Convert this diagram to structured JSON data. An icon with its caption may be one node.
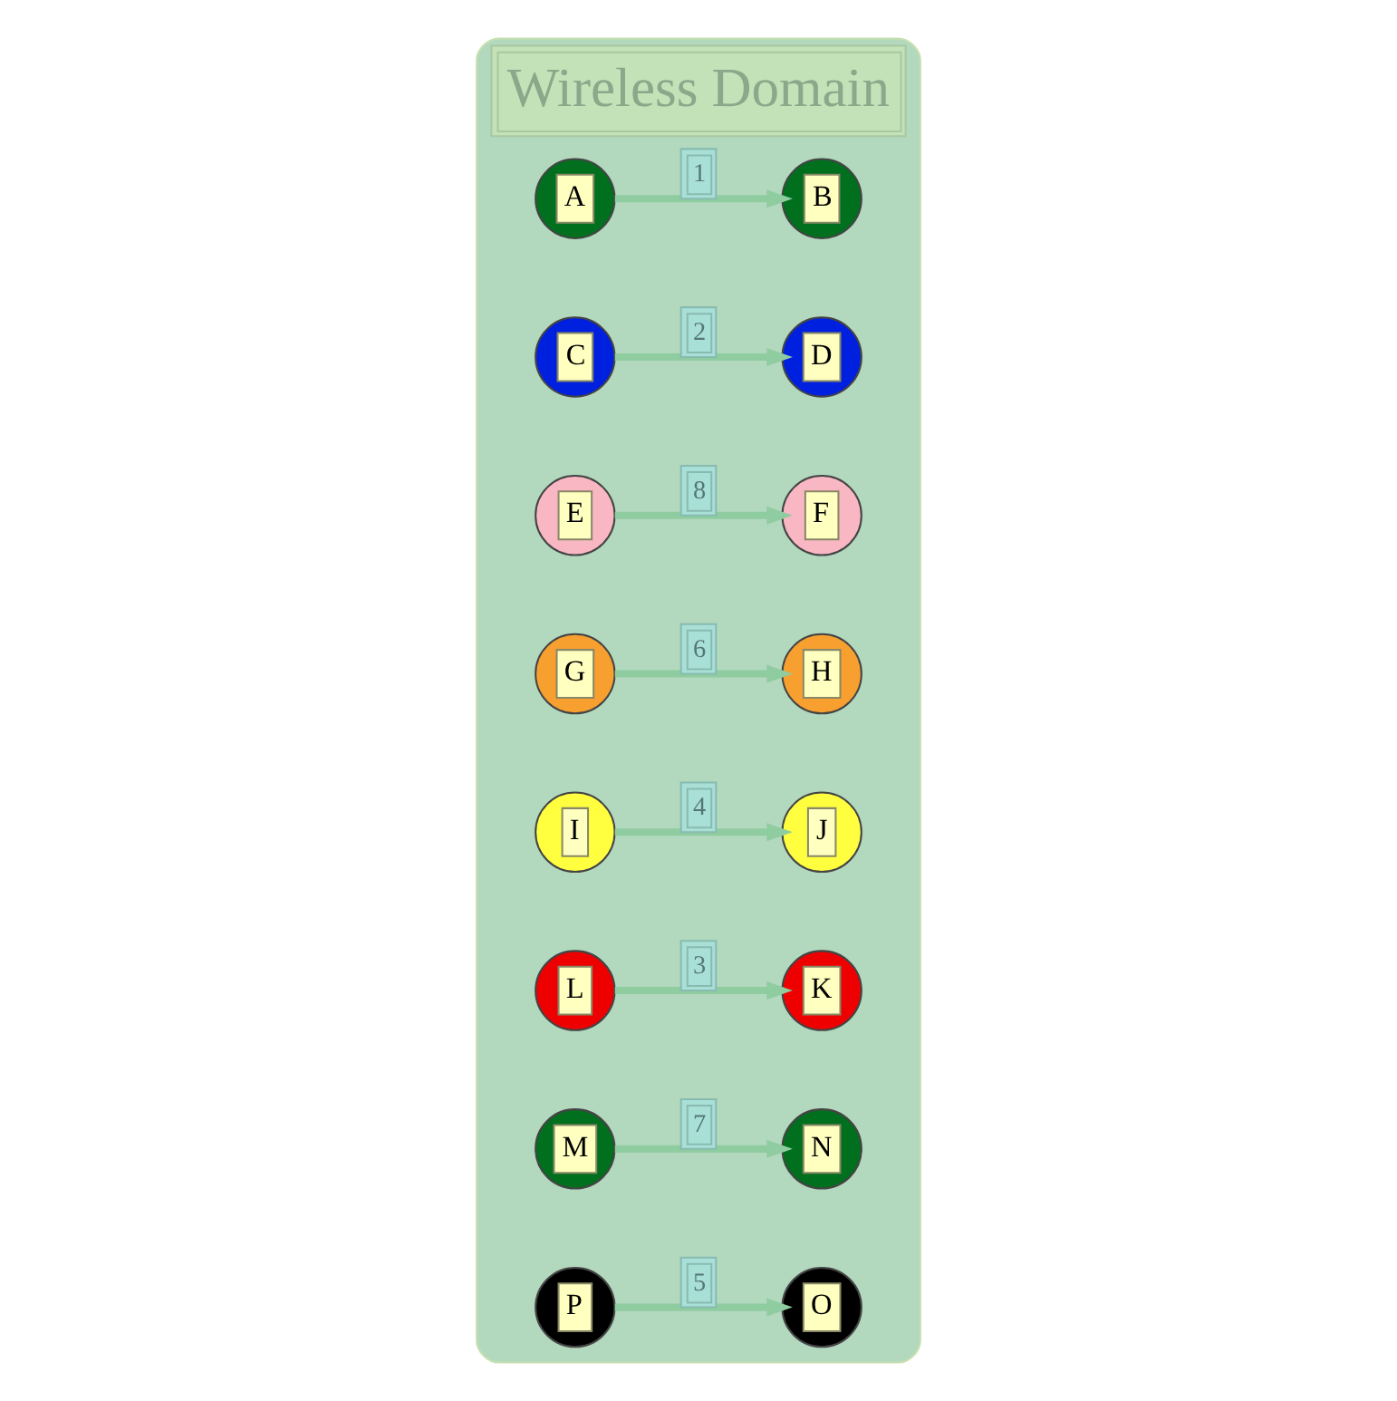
{
  "diagram": {
    "nodes": [
      {
        "text": [
          "Wireless Domain"
        ]
      },
      {
        "text": [
          "A"
        ],
        "in": 0
      },
      {
        "text": [
          "B"
        ],
        "in": 0
      },
      {
        "text": [
          "C"
        ],
        "in": 0
      },
      {
        "text": [
          "D"
        ],
        "in": 0
      },
      {
        "text": [
          "E"
        ],
        "in": 0
      },
      {
        "text": [
          "F"
        ],
        "in": 0
      },
      {
        "text": [
          "G"
        ],
        "in": 0
      },
      {
        "text": [
          "H"
        ],
        "in": 0
      },
      {
        "text": [
          "I"
        ],
        "in": 0
      },
      {
        "text": [
          "J"
        ],
        "in": 0
      },
      {
        "text": [
          "K"
        ],
        "in": 0
      },
      {
        "text": [
          "L"
        ],
        "in": 0
      },
      {
        "text": [
          "M"
        ],
        "in": 0
      },
      {
        "text": [
          "N"
        ],
        "in": 0
      },
      {
        "text": [
          "O"
        ],
        "in": 0
      },
      {
        "text": [
          "P"
        ],
        "in": 0
      }
    ],
    "edges": [
      {
        "from": 1,
        "to": 2,
        "arrow": "to",
        "label": "1"
      },
      {
        "from": 3,
        "to": 4,
        "arrow": "to",
        "label": "2"
      },
      {
        "from": 12,
        "to": 11,
        "arrow": "to",
        "label": "3"
      },
      {
        "from": 9,
        "to": 10,
        "arrow": "to",
        "label": "4"
      },
      {
        "from": 16,
        "to": 15,
        "arrow": "to",
        "label": "5"
      },
      {
        "from": 7,
        "to": 8,
        "arrow": "to",
        "label": "6"
      },
      {
        "from": 13,
        "to": 14,
        "arrow": "to",
        "label": "7"
      },
      {
        "from": 5,
        "to": 6,
        "arrow": "to",
        "label": "8"
      }
    ]
  }
}
